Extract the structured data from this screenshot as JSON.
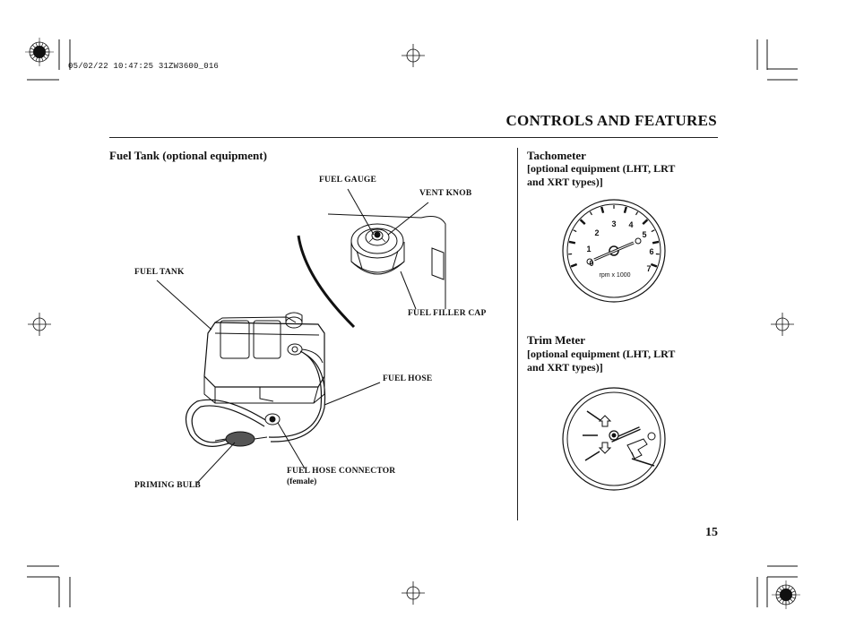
{
  "print_stamp": "05/02/22 10:47:25 31ZW3600_016",
  "section_title": "CONTROLS AND FEATURES",
  "left_column": {
    "heading": "Fuel Tank (optional equipment)",
    "callouts": {
      "fuel_gauge": "FUEL GAUGE",
      "vent_knob": "VENT KNOB",
      "fuel_tank": "FUEL TANK",
      "fuel_filler_cap": "FUEL FILLER CAP",
      "fuel_hose": "FUEL HOSE",
      "fuel_hose_connector": "FUEL HOSE CONNECTOR",
      "fuel_hose_connector_note": "(female)",
      "priming_bulb": "PRIMING BULB"
    }
  },
  "right_column": {
    "tachometer": {
      "heading": "Tachometer",
      "note_line1": "[optional equipment (LHT, LRT",
      "note_line2": "and XRT types)]",
      "dial_numbers": [
        "0",
        "1",
        "2",
        "3",
        "4",
        "5",
        "6",
        "7"
      ],
      "unit_label": "rpm x 1000"
    },
    "trim_meter": {
      "heading": "Trim Meter",
      "note_line1": "[optional equipment (LHT, LRT",
      "note_line2": "and XRT types)]"
    }
  },
  "page_number": "15"
}
